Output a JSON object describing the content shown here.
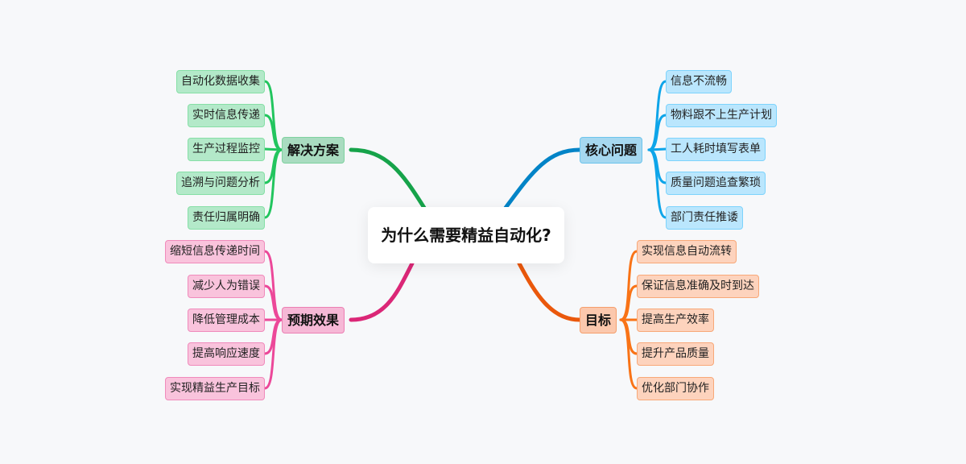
{
  "center": {
    "title": "为什么需要精益自动化?"
  },
  "branches": {
    "solutions": {
      "label": "解决方案",
      "color": "#22c55e",
      "items": [
        "自动化数据收集",
        "实时信息传递",
        "生产过程监控",
        "追溯与问题分析",
        "责任归属明确"
      ]
    },
    "effects": {
      "label": "预期效果",
      "color": "#ec4899",
      "items": [
        "缩短信息传递时间",
        "减少人为错误",
        "降低管理成本",
        "提高响应速度",
        "实现精益生产目标"
      ]
    },
    "problems": {
      "label": "核心问题",
      "color": "#0ea5e9",
      "items": [
        "信息不流畅",
        "物料跟不上生产计划",
        "工人耗时填写表单",
        "质量问题追查繁琐",
        "部门责任推诿"
      ]
    },
    "goals": {
      "label": "目标",
      "color": "#f97316",
      "items": [
        "实现信息自动流转",
        "保证信息准确及时到达",
        "提高生产效率",
        "提升产品质量",
        "优化部门协作"
      ]
    }
  }
}
